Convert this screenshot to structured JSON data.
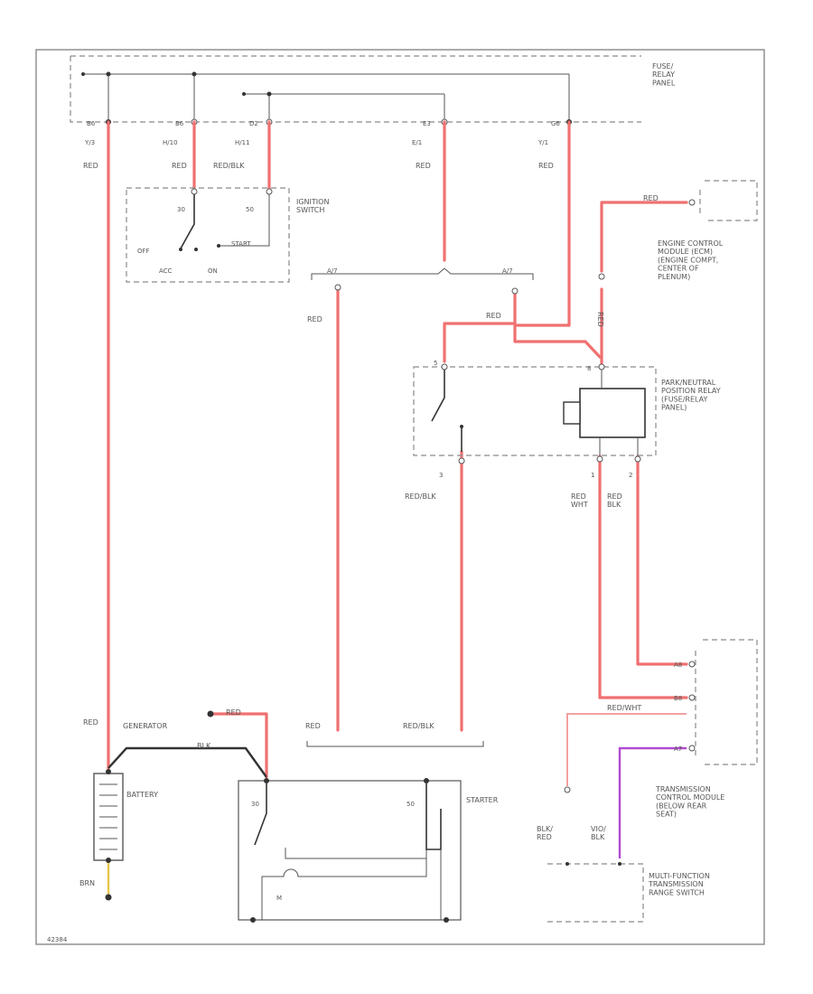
{
  "colors": {
    "red_wire": "#f07070",
    "black_wire": "#333333",
    "violet_wire": "#b04ad0",
    "yellow_wire": "#e6c64a",
    "light_red_wire": "#f4a0a0"
  },
  "components": {
    "fuse_relay_panel": "FUSE/\nRELAY\nPANEL",
    "ignition_switch": "IGNITION\nSWITCH",
    "ecm": "ENGINE CONTROL\nMODULE (ECM)\n(ENGINE COMPT,\nCENTER OF\nPLENUM)",
    "pnp_relay": "PARK/NEUTRAL\nPOSITION RELAY\n(FUSE/RELAY\nPANEL)",
    "tcm": "TRANSMISSION\nCONTROL MODULE\n(BELOW REAR\nSEAT)",
    "mfts": "MULTI-FUNCTION\nTRANSMISSION\nRANGE SWITCH",
    "generator": "GENERATOR",
    "battery": "BATTERY",
    "starter": "STARTER"
  },
  "switch_labels": {
    "ign_30": "30",
    "ign_50": "50",
    "off": "OFF",
    "acc": "ACC",
    "on": "ON",
    "start": "START",
    "starter_30": "30",
    "starter_50": "50",
    "starter_m": "M"
  },
  "pins": {
    "fuse_1": "B6",
    "fuse_2": "B6",
    "fuse_3": "D2",
    "fuse_4": "E3",
    "fuse_5": "G6",
    "fuse_1b": "Y/3",
    "fuse_2b": "H/10",
    "fuse_3b": "H/11",
    "fuse_4b": "E/1",
    "fuse_5b": "Y/1",
    "splice_left": "A/7",
    "splice_right": "A/7",
    "relay_5": "5",
    "relay_3": "3",
    "relay_1": "1",
    "relay_2": "2",
    "relay_8": "8",
    "tcm_a": "A8",
    "tcm_b": "B8",
    "tcm_c": "A7"
  },
  "wires": {
    "red": "RED",
    "red_blk": "RED/BLK",
    "blk": "BLK",
    "brn": "BRN",
    "red_wht": "RED\nWHT",
    "red_blk2": "RED\nBLK",
    "red_wht_h": "RED/WHT",
    "blk_red": "BLK/\nRED",
    "vio_blk": "VIO/\nBLK",
    "red_v": "RED"
  },
  "diagram_id": "42384"
}
